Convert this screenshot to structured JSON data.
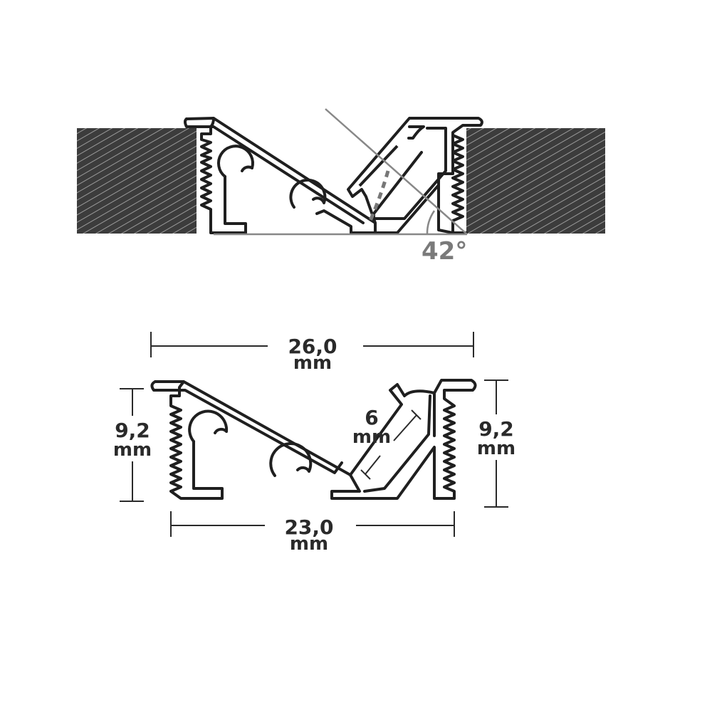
{
  "top_view": {
    "angle_label": "42°"
  },
  "dimensions": {
    "top_width": {
      "value": "26,0",
      "unit": "mm"
    },
    "bottom_width": {
      "value": "23,0",
      "unit": "mm"
    },
    "left_height": {
      "value": "9,2",
      "unit": "mm"
    },
    "right_height": {
      "value": "9,2",
      "unit": "mm"
    },
    "led_width": {
      "value": "6",
      "unit": "mm"
    }
  },
  "colors": {
    "wall_fill": "#3a3a3a",
    "profile_stroke": "#1f1f1f",
    "angle_line": "#888888"
  }
}
